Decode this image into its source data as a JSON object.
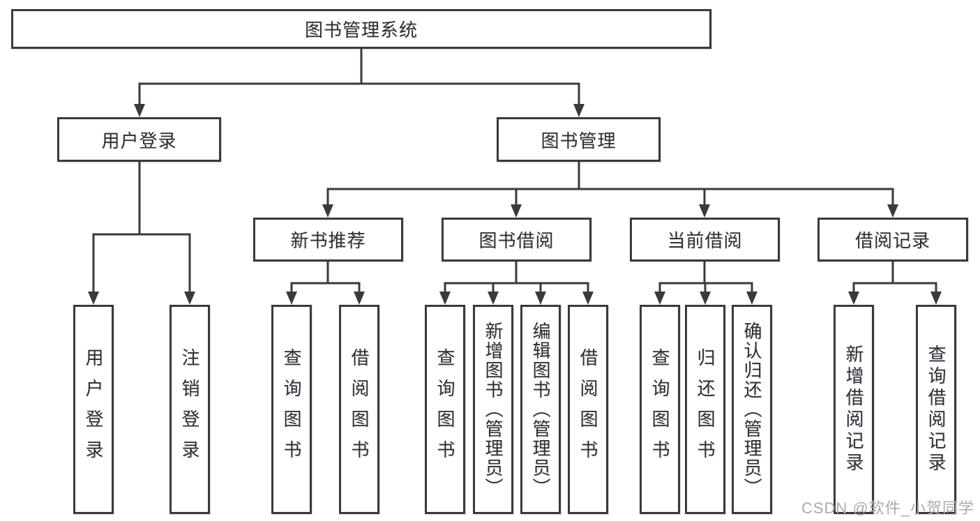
{
  "diagram": {
    "root": "图书管理系统",
    "level2": {
      "user_login": "用户登录",
      "book_management": "图书管理"
    },
    "level3": {
      "new_book_recommend": "新书推荐",
      "book_borrow": "图书借阅",
      "current_borrow": "当前借阅",
      "borrow_records": "借阅记录"
    },
    "leaves": {
      "user_login": [
        "用户登录",
        "注销登录"
      ],
      "new_book_recommend": [
        "查询图书",
        "借阅图书"
      ],
      "book_borrow": [
        "查询图书",
        "新增图书（管理员）",
        "编辑图书（管理员）",
        "借阅图书"
      ],
      "current_borrow": [
        "查询图书",
        "归还图书",
        "确认归还（管理员）"
      ],
      "borrow_records": [
        "新增借阅记录",
        "查询借阅记录"
      ]
    }
  },
  "watermark": "CSDN @软件_小贺同学",
  "colors": {
    "line": "#3a3a3a",
    "text": "#2f2f2f",
    "background": "#ffffff",
    "watermark": "#ababab"
  }
}
